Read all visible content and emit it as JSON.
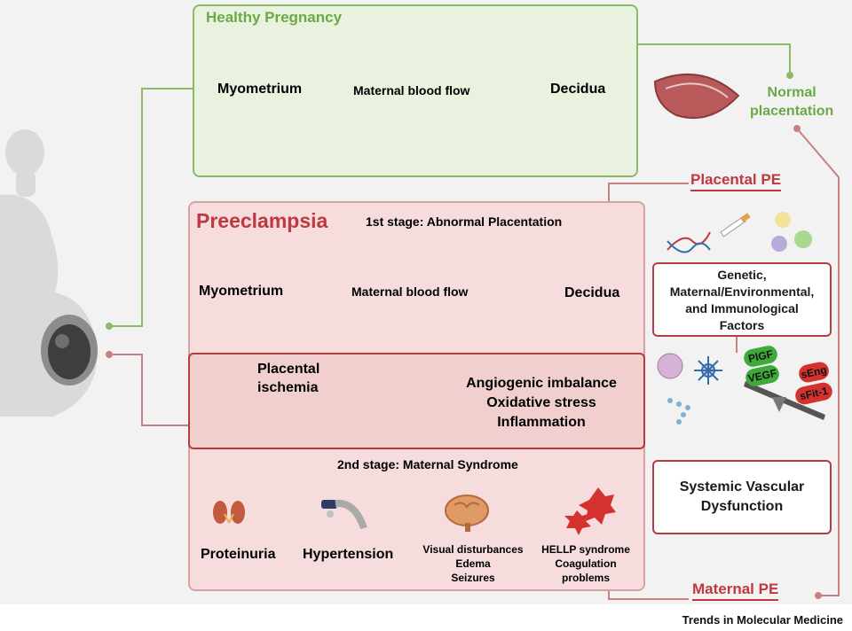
{
  "healthy": {
    "title": "Healthy Pregnancy",
    "left_label": "Myometrium",
    "arrow_label": "Maternal blood flow",
    "right_label": "Decidua"
  },
  "normal_outcome": "Normal\nplacentation",
  "placental_pe": "Placental PE",
  "maternal_pe": "Maternal PE",
  "preeclampsia": {
    "title": "Preeclampsia",
    "stage1": "1st stage: Abnormal Placentation",
    "left_label": "Myometrium",
    "arrow_label": "Maternal blood flow",
    "right_label": "Decidua",
    "ischemia_label": "Placental\nischemia",
    "outcomes": [
      "Angiogenic imbalance",
      "Oxidative stress",
      "Inflammation"
    ],
    "stage2": "2nd stage: Maternal Syndrome",
    "symptoms": [
      {
        "label": "Proteinuria",
        "icon": "kidney-icon"
      },
      {
        "label": "Hypertension",
        "icon": "blood-pressure-cuff-icon"
      },
      {
        "label": "Visual disturbances\nEdema\nSeizures",
        "icon": "brain-icon"
      },
      {
        "label": "HELLP syndrome\nCoagulation\nproblems",
        "icon": "platelet-icon"
      }
    ]
  },
  "factors_box": "Genetic,\nMaternal/Environmental,\nand Immunological\nFactors",
  "systemic_box": "Systemic Vascular\nDysfunction",
  "balance": {
    "pro": [
      "PlGF",
      "VEGF"
    ],
    "anti": [
      "sEng",
      "sFit-1"
    ]
  },
  "footer": "Trends in Molecular Medicine",
  "colors": {
    "green": "#6aaa44",
    "red": "#c0383f",
    "healthy_bg": "#e8f2df",
    "pe_bg": "#f6dcdc"
  }
}
